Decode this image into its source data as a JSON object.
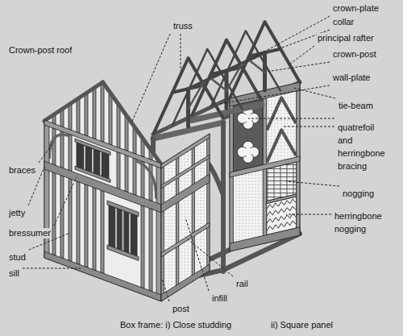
{
  "diagram": {
    "labels": [
      "Crown-post roof",
      "truss",
      "crown-plate",
      "collar",
      "principal rafter",
      "crown-post",
      "wall-plate",
      "tie-beam",
      "quatrefoil and herringbone bracing",
      "nogging",
      "herringbone nogging",
      "infill",
      "rail",
      "post",
      "braces",
      "jetty",
      "bressumer",
      "stud",
      "sill",
      "Box frame: i) Close studding",
      "ii) Square panel"
    ]
  }
}
